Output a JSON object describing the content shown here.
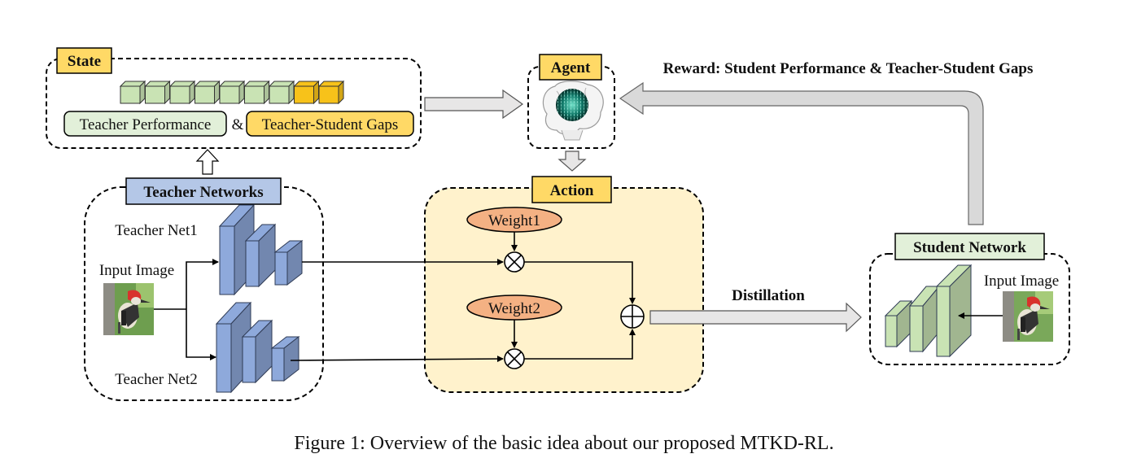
{
  "state": {
    "title": "State",
    "teacher_performance_label": "Teacher Performance",
    "ampersand": "&",
    "gaps_label": "Teacher-Student Gaps",
    "green_cubes": 7,
    "yellow_cubes": 2
  },
  "agent": {
    "title": "Agent"
  },
  "reward_label": "Reward: Student Performance & Teacher-Student Gaps",
  "action": {
    "title": "Action",
    "weight1": "Weight1",
    "weight2": "Weight2"
  },
  "teacher": {
    "title": "Teacher Networks",
    "net1": "Teacher Net1",
    "net2": "Teacher Net2",
    "input_image": "Input Image"
  },
  "distillation_label": "Distillation",
  "student": {
    "title": "Student Network",
    "input_image": "Input Image"
  },
  "caption": "Figure 1: Overview of the basic idea about our proposed MTKD-RL.",
  "colors": {
    "cube_green": "#c9e3b4",
    "cube_yellow": "#f7c21a",
    "label_yellow": "#ffd966",
    "teacher_blue": "#8ea9db",
    "teacher_title_bg": "#b4c7e7",
    "student_title_bg": "#e2f0d9",
    "action_bg": "#fff2cc",
    "weight_fill": "#f4b183",
    "arrow_gray": "#d9d9d9"
  },
  "icons": [
    "brain-icon",
    "woodpecker-image"
  ]
}
